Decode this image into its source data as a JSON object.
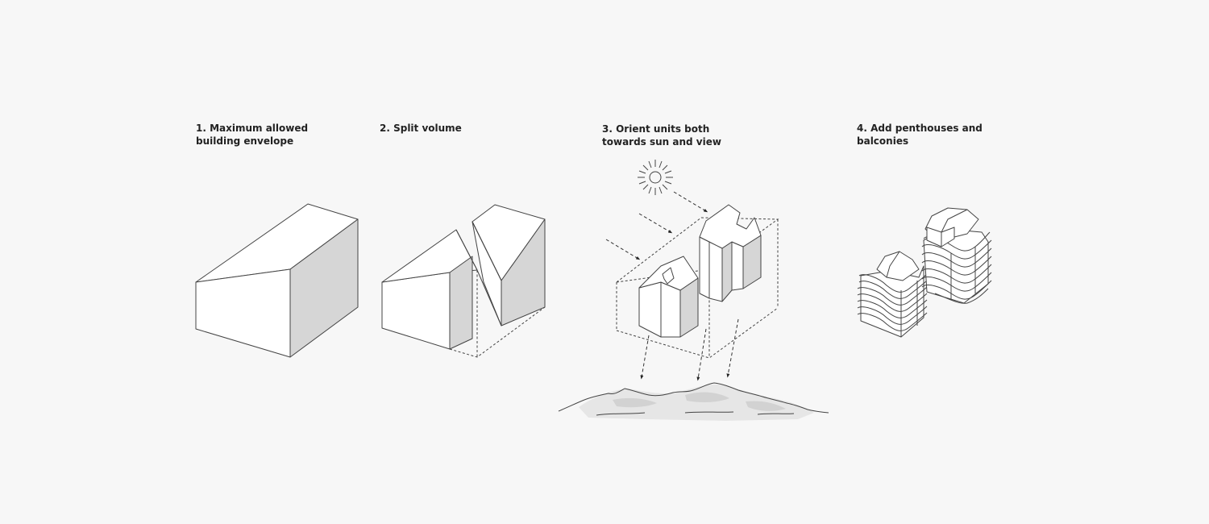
{
  "steps": [
    {
      "number": "1.",
      "line1": "1. Maximum allowed",
      "line2": "building envelope"
    },
    {
      "number": "2.",
      "line1": "2. Split volume",
      "line2": ""
    },
    {
      "number": "3.",
      "line1": "3. Orient units both",
      "line2": "towards sun and view"
    },
    {
      "number": "4.",
      "line1": "4. Add penthouses and",
      "line2": "balconies"
    }
  ],
  "colors": {
    "background": "#f7f7f7",
    "line": "#444444",
    "shade": "#d6d6d6",
    "label": "#222222"
  },
  "icons": [
    "sun-icon",
    "arrow-icon",
    "landscape-icon"
  ]
}
